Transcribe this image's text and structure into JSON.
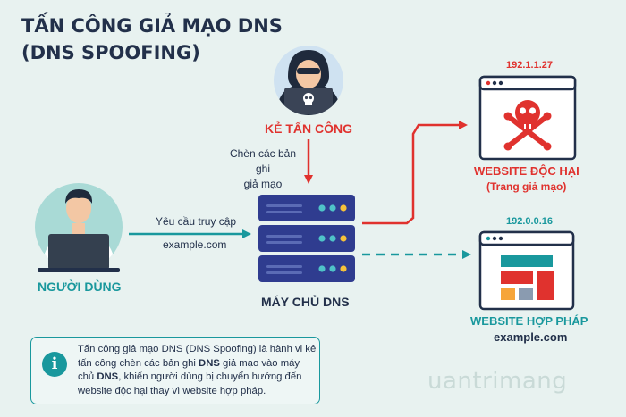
{
  "title": {
    "line1": "TẤN CÔNG GIẢ MẠO DNS",
    "line2": "(DNS SPOOFING)"
  },
  "attacker": {
    "label": "KẺ TẤN CÔNG",
    "action": [
      "Chèn các bản ghi",
      "giả mạo"
    ]
  },
  "user": {
    "label": "NGƯỜI DÙNG",
    "request_label": "Yêu cầu truy cập",
    "request_domain": "example.com"
  },
  "dns_server": {
    "label": "MÁY CHỦ DNS"
  },
  "malicious_site": {
    "ip": "192.1.1.27",
    "label": "WEBSITE ĐỘC HẠI",
    "sublabel": "(Trang giả mạo)"
  },
  "legit_site": {
    "ip": "192.0.0.16",
    "label": "WEBSITE HỢP PHÁP",
    "domain": "example.com"
  },
  "info": {
    "icon": "info-icon",
    "p1": "Tấn công giả mạo DNS (DNS Spoofing) là hành vi kẻ tấn công chèn các bản ghi ",
    "b1": "DNS",
    "p2": " giả mạo vào máy chủ ",
    "b2": "DNS",
    "p3": ", khiến người dùng bị chuyển hướng đến website độc hại thay vì website hợp pháp."
  },
  "watermark": "uantrimang",
  "colors": {
    "background": "#e8f2f0",
    "red": "#e0322e",
    "teal": "#19989d",
    "navy": "#22304a",
    "server": "#2f3c8f"
  }
}
